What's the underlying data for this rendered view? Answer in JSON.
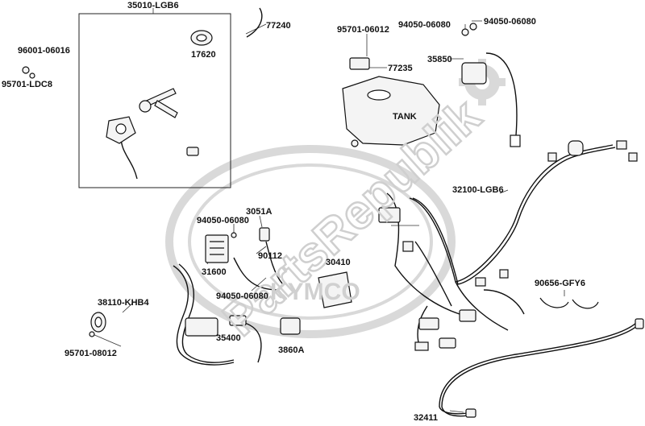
{
  "watermark": {
    "site": "PartsRepublik",
    "brand": "KYMCO"
  },
  "labels": {
    "p35010": "35010-LGB6",
    "p77240": "77240",
    "p96001": "96001-06016",
    "p95701a": "95701-LDC8",
    "p17620": "17620",
    "p95701b": "95701-06012",
    "p94050a": "94050-06080",
    "p94050b": "94050-06080",
    "p77235": "77235",
    "p35850": "35850",
    "tank": "TANK",
    "p32100": "32100-LGB6",
    "p3051": "3051A",
    "p94050c": "94050-06080",
    "p90112": "90112",
    "p31600": "31600",
    "p30410": "30410",
    "p94050d": "94050-06080",
    "p90656": "90656-GFY6",
    "p38110": "38110-KHB4",
    "p35400": "35400",
    "p3860": "3860A",
    "p95701c": "95701-08012",
    "p32411": "32411"
  }
}
